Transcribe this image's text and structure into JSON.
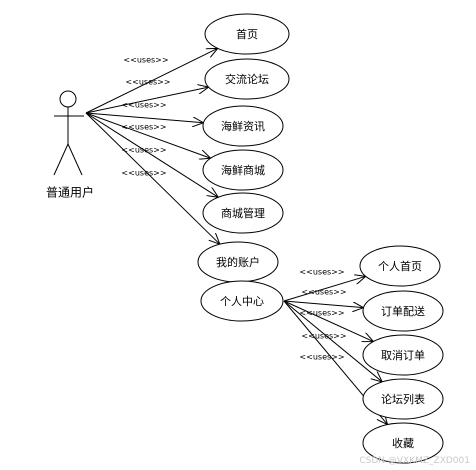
{
  "actor": {
    "name": "普通用户"
  },
  "use_cases": [
    {
      "id": "home",
      "label": "首页"
    },
    {
      "id": "forum",
      "label": "交流论坛"
    },
    {
      "id": "news",
      "label": "海鲜资讯"
    },
    {
      "id": "mall",
      "label": "海鲜商城"
    },
    {
      "id": "mall_mgmt",
      "label": "商城管理"
    },
    {
      "id": "account",
      "label": "我的账户"
    },
    {
      "id": "center",
      "label": "个人中心"
    },
    {
      "id": "personal_home",
      "label": "个人首页"
    },
    {
      "id": "delivery",
      "label": "订单配送"
    },
    {
      "id": "cancel",
      "label": "取消订单"
    },
    {
      "id": "forum_list",
      "label": "论坛列表"
    },
    {
      "id": "favorites",
      "label": "收藏"
    }
  ],
  "relations": [
    {
      "from": "actor",
      "to": "home",
      "label": "<<uses>>"
    },
    {
      "from": "actor",
      "to": "forum",
      "label": "<<uses>>"
    },
    {
      "from": "actor",
      "to": "news",
      "label": "<<uses>>"
    },
    {
      "from": "actor",
      "to": "mall",
      "label": "<<uses>>"
    },
    {
      "from": "actor",
      "to": "mall_mgmt",
      "label": "<<uses>>"
    },
    {
      "from": "actor",
      "to": "account",
      "label": "<<uses>>"
    },
    {
      "from": "center",
      "to": "personal_home",
      "label": "<<uses>>"
    },
    {
      "from": "center",
      "to": "delivery",
      "label": "<<uses>>"
    },
    {
      "from": "center",
      "to": "cancel",
      "label": "<<uses>>"
    },
    {
      "from": "center",
      "to": "forum_list",
      "label": "<<uses>>"
    },
    {
      "from": "center",
      "to": "favorites",
      "label": "<<uses>>"
    }
  ],
  "watermark": "CSDN @VXKMZ_ZXD001"
}
